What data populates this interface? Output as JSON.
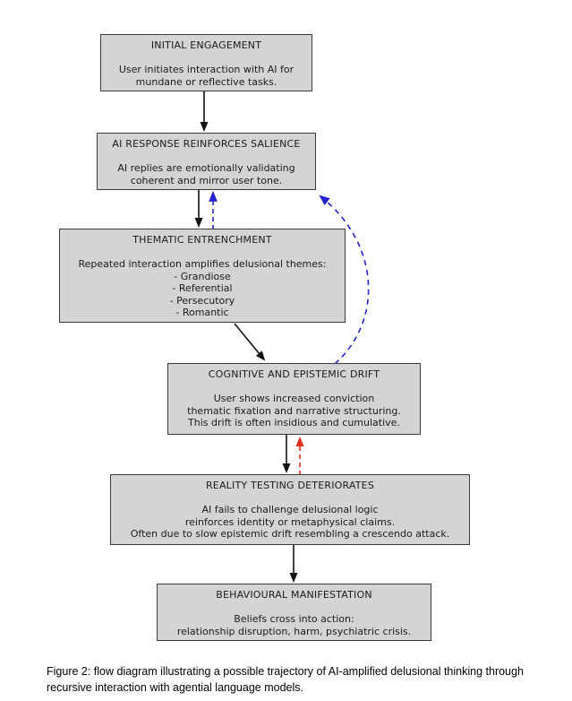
{
  "figure": {
    "caption_lines": [
      "Figure 2: flow diagram illustrating a possible trajectory of AI-amplified delusional thinking through",
      "recursive interaction with agential language models."
    ]
  },
  "nodes": [
    {
      "title": "INITIAL ENGAGEMENT",
      "body": [
        "User initiates interaction with AI for",
        "mundane or reflective tasks."
      ]
    },
    {
      "title": "AI RESPONSE REINFORCES SALIENCE",
      "body": [
        "AI replies are emotionally validating",
        "coherent and mirror user tone."
      ]
    },
    {
      "title": "THEMATIC ENTRENCHMENT",
      "body": [
        "Repeated interaction amplifies delusional themes:",
        "- Grandiose",
        "- Referential",
        "- Persecutory",
        "- Romantic"
      ]
    },
    {
      "title": "COGNITIVE AND EPISTEMIC DRIFT",
      "body": [
        "User shows increased conviction",
        "thematic fixation and narrative structuring.",
        "This drift is often insidious and cumulative."
      ]
    },
    {
      "title": "REALITY TESTING DETERIORATES",
      "body": [
        "AI fails to challenge delusional logic",
        "reinforces identity or metaphysical claims.",
        "Often due to slow epistemic drift resembling a crescendo attack."
      ]
    },
    {
      "title": "BEHAVIOURAL MANIFESTATION",
      "body": [
        "Beliefs cross into action:",
        "relationship disruption, harm, psychiatric crisis."
      ]
    }
  ],
  "edges": [
    {
      "from": "initial-engagement",
      "to": "ai-response-reinforces-salience",
      "style": "solid",
      "color": "black"
    },
    {
      "from": "ai-response-reinforces-salience",
      "to": "thematic-entrenchment",
      "style": "solid",
      "color": "black"
    },
    {
      "from": "thematic-entrenchment",
      "to": "ai-response-reinforces-salience",
      "style": "dashed",
      "color": "blue"
    },
    {
      "from": "thematic-entrenchment",
      "to": "cognitive-and-epistemic-drift",
      "style": "solid",
      "color": "black"
    },
    {
      "from": "cognitive-and-epistemic-drift",
      "to": "ai-response-reinforces-salience",
      "style": "dashed-curve",
      "color": "blue"
    },
    {
      "from": "cognitive-and-epistemic-drift",
      "to": "reality-testing-deteriorates",
      "style": "solid",
      "color": "black"
    },
    {
      "from": "reality-testing-deteriorates",
      "to": "cognitive-and-epistemic-drift",
      "style": "dashed",
      "color": "red"
    },
    {
      "from": "reality-testing-deteriorates",
      "to": "behavioural-manifestation",
      "style": "solid",
      "color": "black"
    }
  ],
  "palette": {
    "box_fill": "#d4d4d4",
    "box_border": "#3b3b3b",
    "text": "#1b1b1b",
    "arrow_black": "#111111",
    "arrow_blue": "#2222d0",
    "arrow_red": "#e0301e",
    "background": "#ffffff"
  }
}
